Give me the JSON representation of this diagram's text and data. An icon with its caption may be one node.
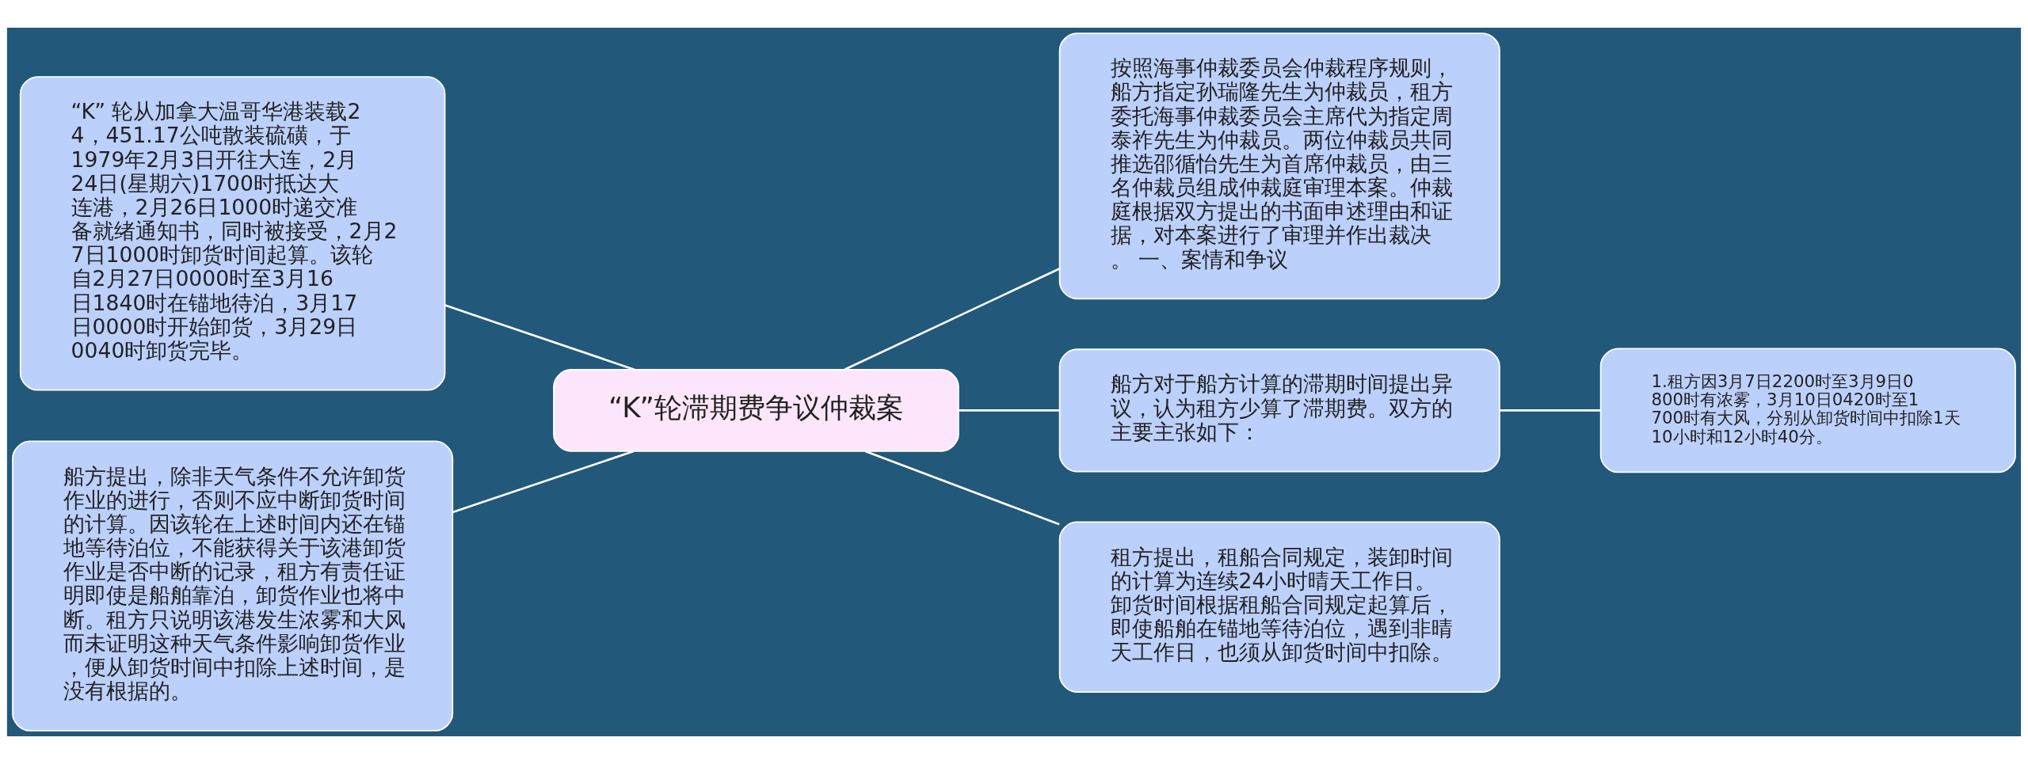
{
  "diagram": {
    "nodes": [
      {
        "text": [
          "“K”轮滞期费争议仲裁案"
        ]
      },
      {
        "text": [
          "“K” 轮从加拿大温哥华港装载24，451.17公吨散装硫磺，于1979年2月3日开往大连，2月24日(星期六)1700时抵达大连港，2月26日1000时递交准备就绪通知书，同时被接受，2月27日1000时卸货时间起算。该轮自2月27日0000时至3月16日1840时在锚地待泊，3月17日0000时开始卸货，3月29日0040时卸货完毕。"
        ]
      },
      {
        "text": [
          "船方提出，除非天气条件不允许卸货作业的进行，否则不应中断卸货时间的计算。因该轮在上述时间内还在锚地等待泊位，不能获得关于该港卸货作业是否中断的记录，租方有责任证明即使是船舶靠泊，卸货作业也将中断。租方只说明该港发生浓雾和大风而未证明这种天气条件影响卸货作业，便从卸货时间中扣除上述时间，是没有根据的。"
        ]
      },
      {
        "text": [
          "按照海事仲裁委员会仲裁程序规则，船方指定孙瑞隆先生为仲裁员，租方委托海事仲裁委员会主席代为指定周泰祚先生为仲裁员。两位仲裁员共同推选邵循怡先生为首席仲裁员，由三名仲裁员组成仲裁庭审理本案。仲裁庭根据双方提出的书面申述理由和证据，对本案进行了审理并作出裁决。 一、案情和争议"
        ]
      },
      {
        "text": [
          "船方对于船方计算的滞期时间提出异议，认为租方少算了滞期费。双方的主要主张如下："
        ]
      },
      {
        "text": [
          "1.租方因3月7日2200时至3月9日0800时有浓雾，3月10日0420时至1700时有大风，分别从卸货时间中扣除1天10小时和12小时40分。"
        ]
      },
      {
        "text": [
          "租方提出，租船合同规定，装卸时间的计算为连续24小时晴天工作日。卸货时间根据租船合同规定起算后，即使船舶在锚地等待泊位，遇到非晴天工作日，也须从卸货时间中扣除。"
        ]
      }
    ],
    "edges": [
      {
        "from": 0,
        "to": 1,
        "arrow": "none"
      },
      {
        "from": 0,
        "to": 2,
        "arrow": "none"
      },
      {
        "from": 0,
        "to": 3,
        "arrow": "none"
      },
      {
        "from": 0,
        "to": 4,
        "arrow": "none"
      },
      {
        "from": 4,
        "to": 5,
        "arrow": "none"
      },
      {
        "from": 0,
        "to": 6,
        "arrow": "none"
      }
    ]
  }
}
